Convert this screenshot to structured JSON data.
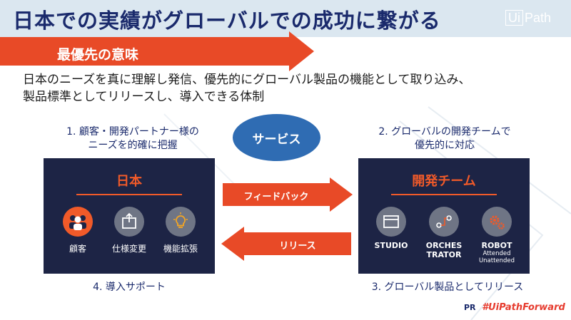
{
  "slide": {
    "title": "日本での実績がグローバルでの成功に繋がる",
    "logo": {
      "box_text": "Ui",
      "text": "Path"
    },
    "priority_label": "最優先の意味",
    "description": [
      "日本のニーズを真に理解し発信、優先的にグローバル製品の機能として取り込み、",
      "製品標準としてリリースし、導入できる体制"
    ],
    "steps": {
      "step1": [
        "1. 顧客・開発パートナー様の",
        "ニーズを的確に把握"
      ],
      "step2": [
        "2. グローバルの開発チームで",
        "優先的に対応"
      ],
      "step3": "3. グローバル製品としてリリース",
      "step4": "4. 導入サポート"
    },
    "service_label": "サービス",
    "japan_panel": {
      "title": "日本",
      "items": [
        {
          "label": "顧客",
          "icon": "people-icon"
        },
        {
          "label": "仕様変更",
          "icon": "box-icon"
        },
        {
          "label": "機能拡張",
          "icon": "lightbulb-icon"
        }
      ]
    },
    "dev_panel": {
      "title": "開発チーム",
      "items": [
        {
          "label": "STUDIO",
          "icon": "window-icon"
        },
        {
          "label_lines": [
            "ORCHES",
            "TRATOR"
          ],
          "icon": "flow-icon"
        },
        {
          "label": "ROBOT",
          "sub": [
            "Attended",
            "Unattended"
          ],
          "icon": "gears-icon"
        }
      ]
    },
    "feedback_label": "フィードバック",
    "release_label": "リリース",
    "footer": {
      "pr": "PR",
      "hashtag": "#UiPathForward"
    },
    "colors": {
      "navy": "#1d2445",
      "orange": "#f15a29",
      "blue": "#2f6cb3",
      "header": "#dbe7f0"
    }
  }
}
